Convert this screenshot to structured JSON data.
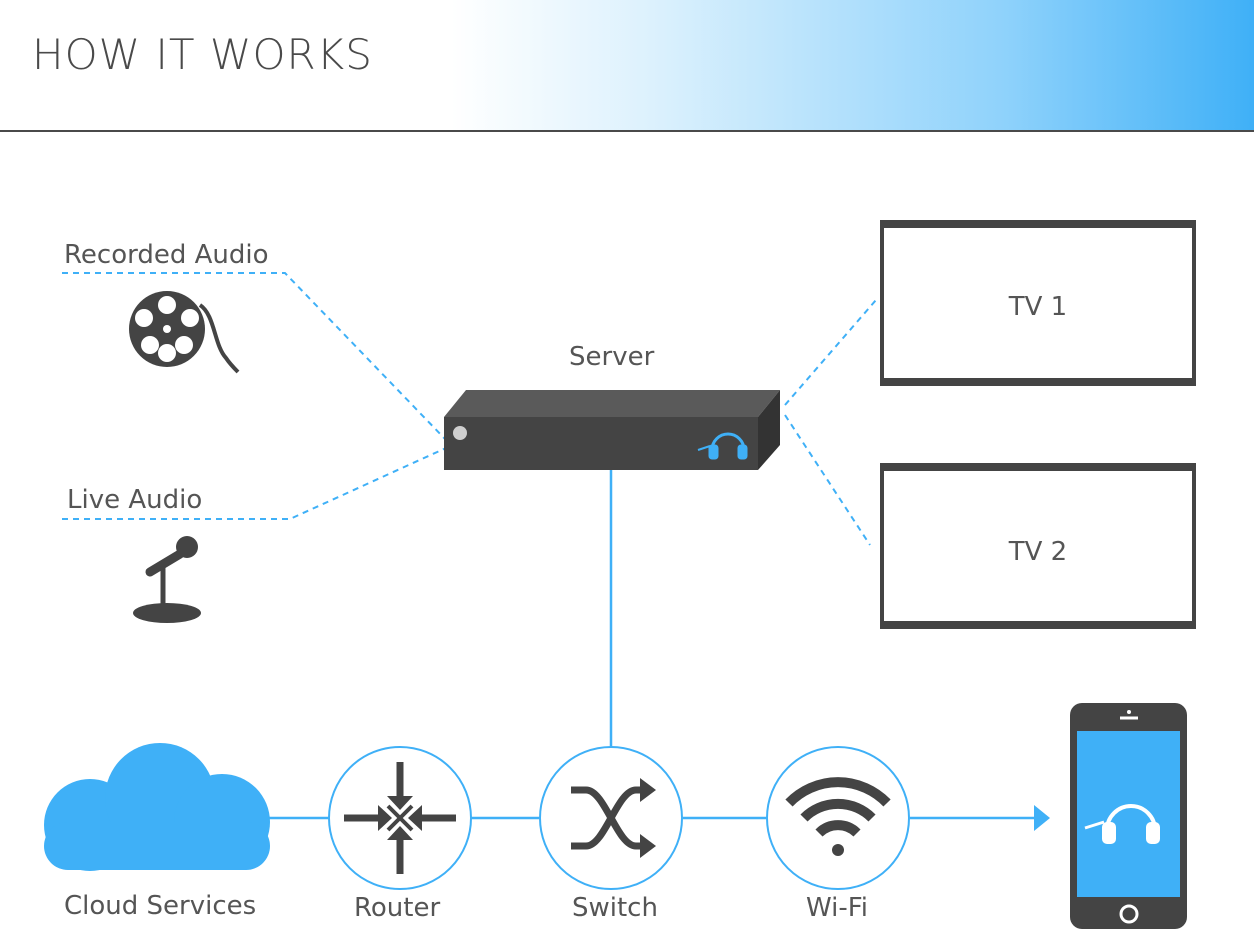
{
  "header": {
    "title": "HOW IT WORKS"
  },
  "sources": {
    "recorded_audio": "Recorded Audio",
    "live_audio": "Live Audio"
  },
  "server": {
    "label": "Server"
  },
  "displays": [
    {
      "label": "TV 1"
    },
    {
      "label": "TV 2"
    }
  ],
  "network": {
    "cloud": "Cloud Services",
    "router": "Router",
    "switch": "Switch",
    "wifi": "Wi-Fi"
  },
  "colors": {
    "accent": "#3fb0f7",
    "dark": "#444444",
    "text": "#555555"
  }
}
